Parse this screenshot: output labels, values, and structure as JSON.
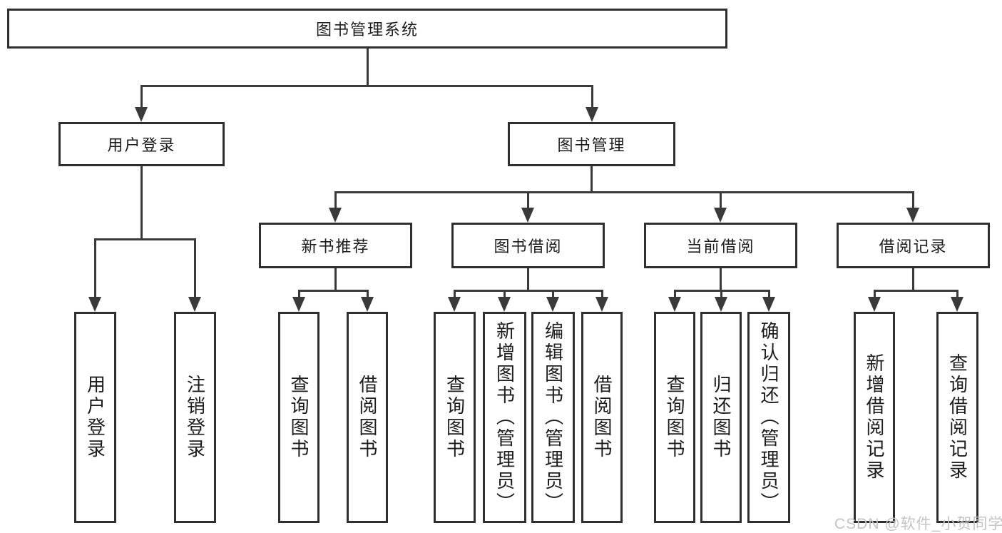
{
  "diagram": {
    "root": {
      "label": "图书管理系统",
      "children": [
        {
          "label": "用户登录",
          "children": [
            {
              "label": "用户登录"
            },
            {
              "label": "注销登录"
            }
          ]
        },
        {
          "label": "图书管理",
          "children": [
            {
              "label": "新书推荐",
              "children": [
                {
                  "label": "查询图书"
                },
                {
                  "label": "借阅图书"
                }
              ]
            },
            {
              "label": "图书借阅",
              "children": [
                {
                  "label": "查询图书"
                },
                {
                  "label": "新增图书（管理员）"
                },
                {
                  "label": "编辑图书（管理员）"
                },
                {
                  "label": "借阅图书"
                }
              ]
            },
            {
              "label": "当前借阅",
              "children": [
                {
                  "label": "查询图书"
                },
                {
                  "label": "归还图书"
                },
                {
                  "label": "确认归还（管理员）"
                }
              ]
            },
            {
              "label": "借阅记录",
              "children": [
                {
                  "label": "新增借阅记录"
                },
                {
                  "label": "查询借阅记录"
                }
              ]
            }
          ]
        }
      ]
    }
  },
  "watermark": "CSDN @软件_小贺同学",
  "colors": {
    "line": "#3a3a3a",
    "border": "#2f2f2f",
    "text": "#1d1d1d",
    "background": "#ffffff",
    "watermark": "#c4c4c4"
  }
}
